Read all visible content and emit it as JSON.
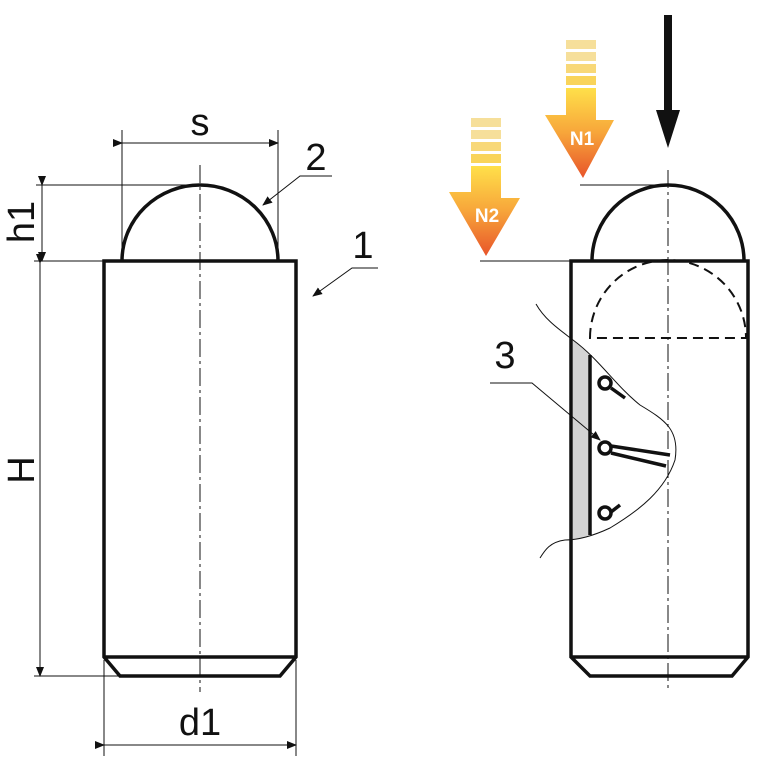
{
  "labels": {
    "s": "s",
    "h1": "h1",
    "H": "H",
    "d1": "d1",
    "part1": "1",
    "part2": "2",
    "part3": "3"
  },
  "forces": {
    "n1": "N1",
    "n2": "N2"
  },
  "colors": {
    "line": "#111111",
    "arrow_top": "#ffd23a",
    "arrow_bottom": "#e8542a",
    "gray_fill": "#d4d4d4"
  }
}
